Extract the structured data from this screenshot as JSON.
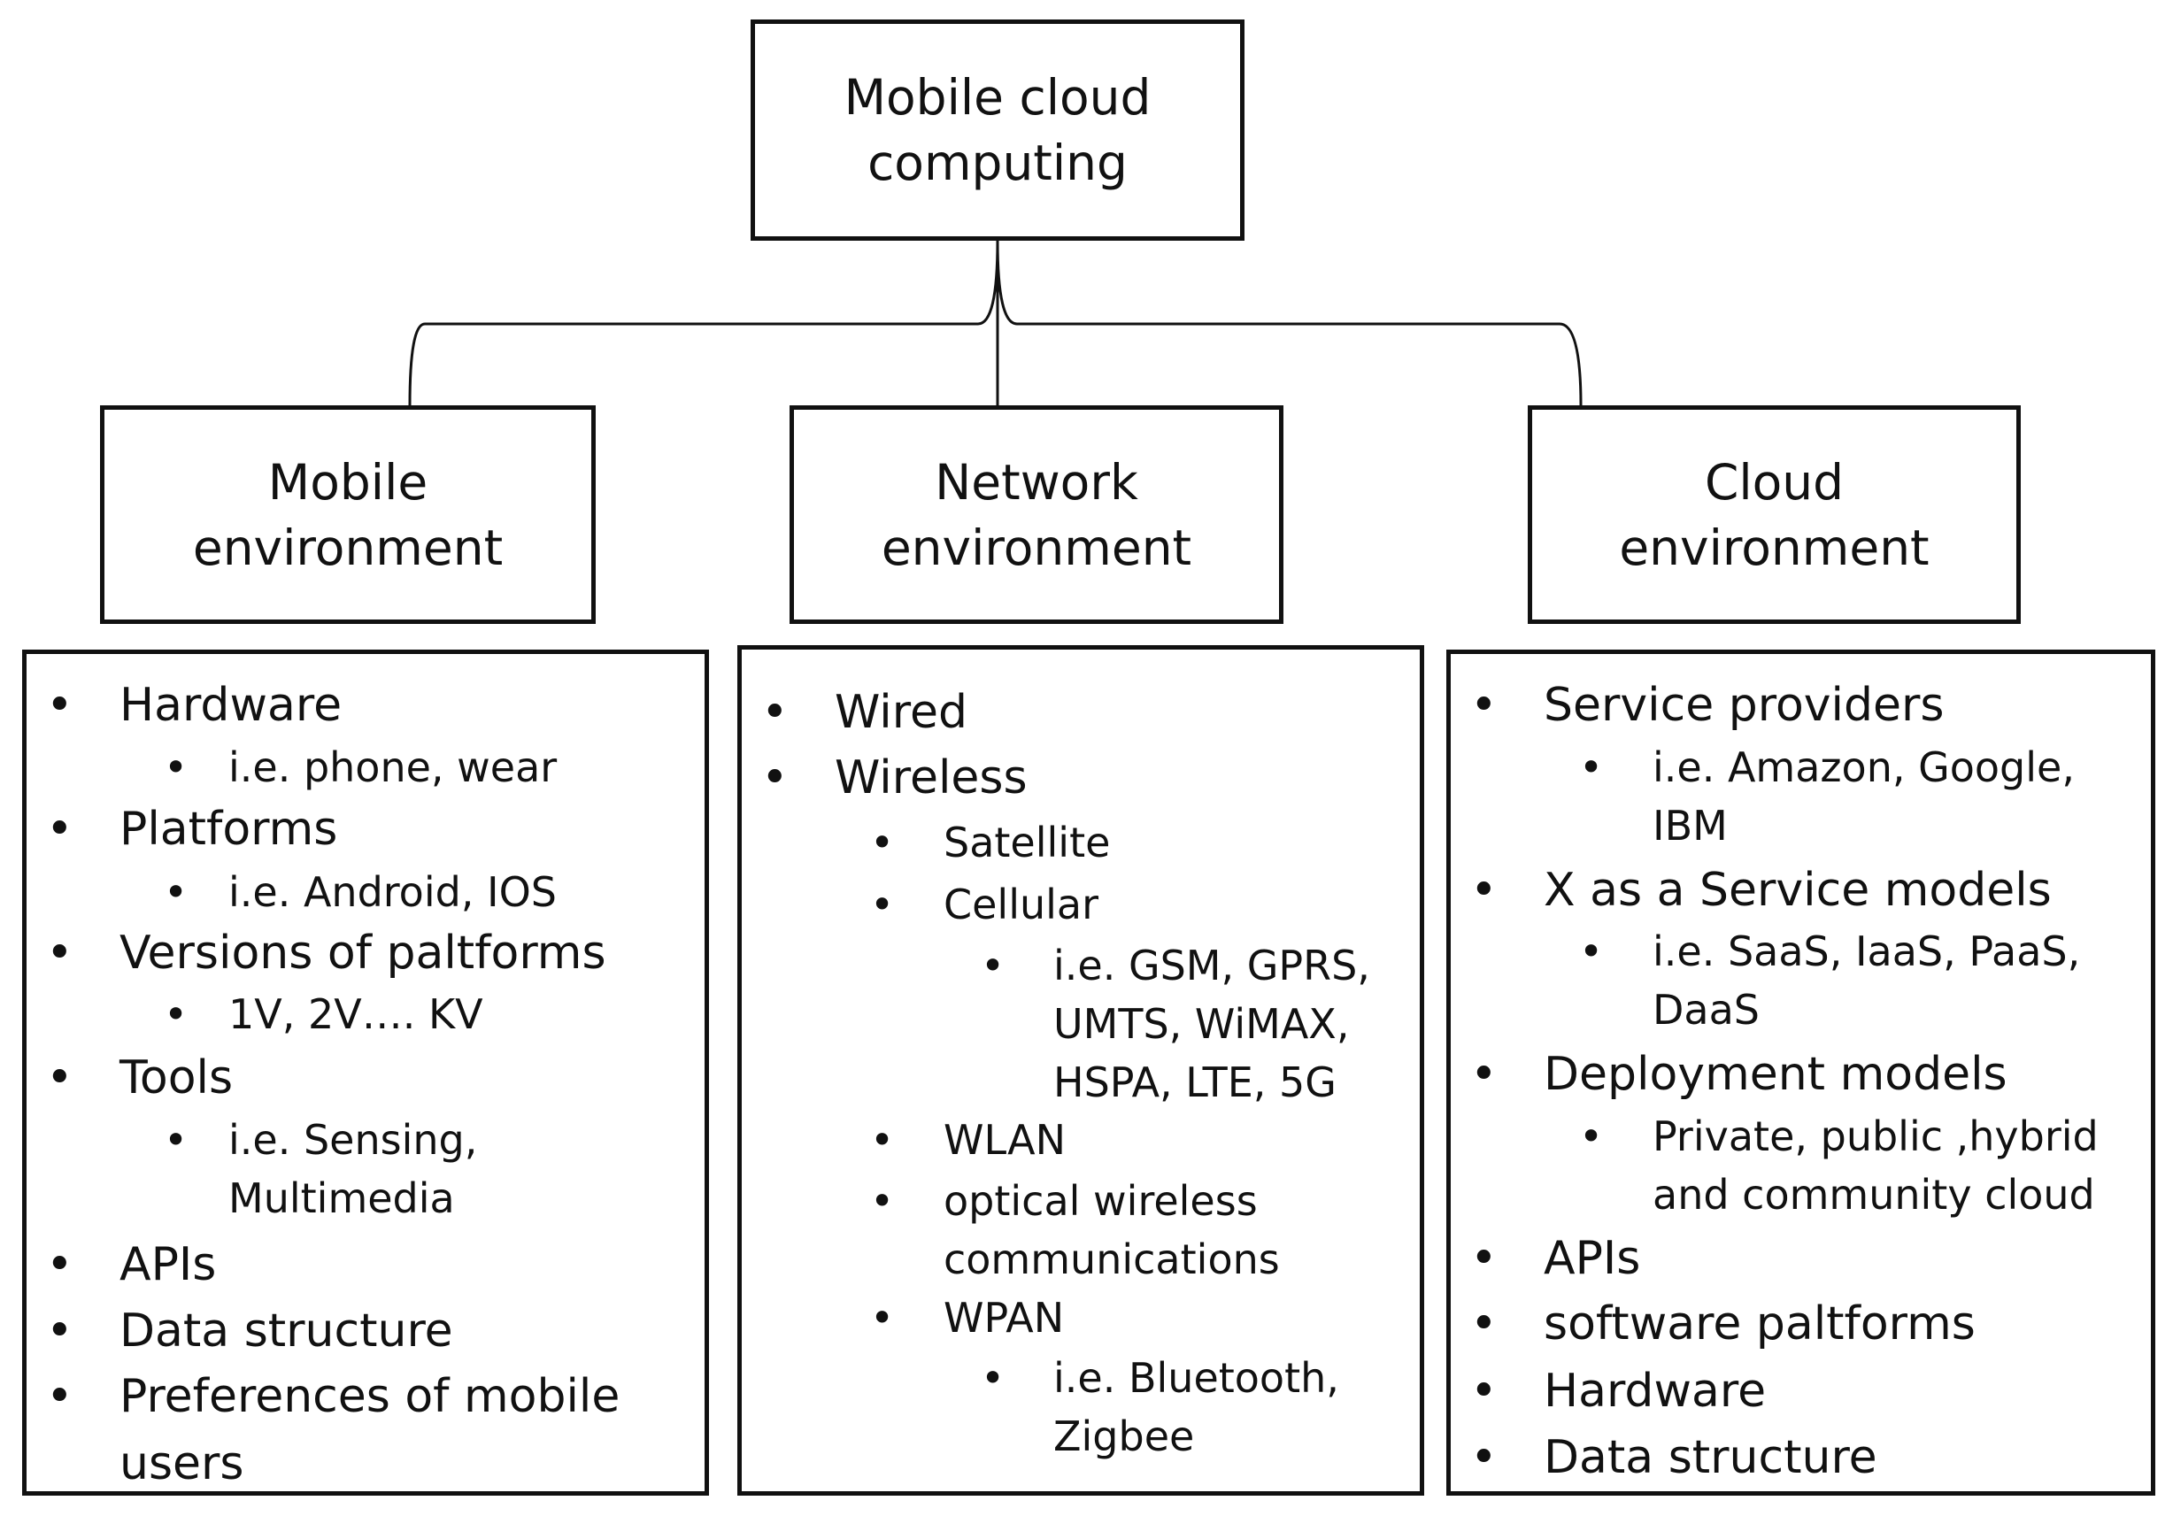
{
  "root": {
    "label": "Mobile cloud computing"
  },
  "columns": [
    {
      "id": "mobile",
      "label": "Mobile environment",
      "items": [
        {
          "level": 0,
          "lines": [
            "Hardware"
          ]
        },
        {
          "level": 1,
          "lines": [
            "i.e. phone, wear"
          ]
        },
        {
          "level": 0,
          "lines": [
            "Platforms"
          ]
        },
        {
          "level": 1,
          "lines": [
            "i.e. Android, IOS"
          ]
        },
        {
          "level": 0,
          "lines": [
            "Versions of paltforms"
          ]
        },
        {
          "level": 1,
          "lines": [
            "1V, 2V…. KV"
          ]
        },
        {
          "level": 0,
          "lines": [
            "Tools"
          ]
        },
        {
          "level": 1,
          "lines": [
            "i.e. Sensing,",
            "Multimedia"
          ]
        },
        {
          "level": 0,
          "lines": [
            "APIs"
          ]
        },
        {
          "level": 0,
          "lines": [
            "Data structure"
          ]
        },
        {
          "level": 0,
          "lines": [
            "Preferences of mobile",
            "users"
          ]
        }
      ]
    },
    {
      "id": "network",
      "label": "Network environment",
      "items": [
        {
          "level": 0,
          "lines": [
            "Wired"
          ]
        },
        {
          "level": 0,
          "lines": [
            "Wireless"
          ]
        },
        {
          "level": 1,
          "lines": [
            "Satellite"
          ]
        },
        {
          "level": 1,
          "lines": [
            "Cellular"
          ]
        },
        {
          "level": 2,
          "lines": [
            "i.e. GSM, GPRS,",
            "UMTS, WiMAX,",
            "HSPA, LTE, 5G"
          ]
        },
        {
          "level": 1,
          "lines": [
            "WLAN"
          ]
        },
        {
          "level": 1,
          "lines": [
            "optical wireless",
            "communications"
          ]
        },
        {
          "level": 1,
          "lines": [
            "WPAN"
          ]
        },
        {
          "level": 2,
          "lines": [
            "i.e. Bluetooth,",
            "Zigbee"
          ]
        }
      ]
    },
    {
      "id": "cloud",
      "label": "Cloud environment",
      "items": [
        {
          "level": 0,
          "lines": [
            "Service providers"
          ]
        },
        {
          "level": 1,
          "lines": [
            "i.e. Amazon, Google,",
            "IBM"
          ]
        },
        {
          "level": 0,
          "lines": [
            "X as a Service  models"
          ]
        },
        {
          "level": 1,
          "lines": [
            "i.e. SaaS, IaaS, PaaS,",
            "DaaS"
          ]
        },
        {
          "level": 0,
          "lines": [
            "Deployment models"
          ]
        },
        {
          "level": 1,
          "lines": [
            "Private, public ,hybrid",
            "and community cloud"
          ]
        },
        {
          "level": 0,
          "lines": [
            "APIs"
          ]
        },
        {
          "level": 0,
          "lines": [
            "software paltforms"
          ]
        },
        {
          "level": 0,
          "lines": [
            "Hardware"
          ]
        },
        {
          "level": 0,
          "lines": [
            "Data structure"
          ]
        }
      ]
    }
  ]
}
